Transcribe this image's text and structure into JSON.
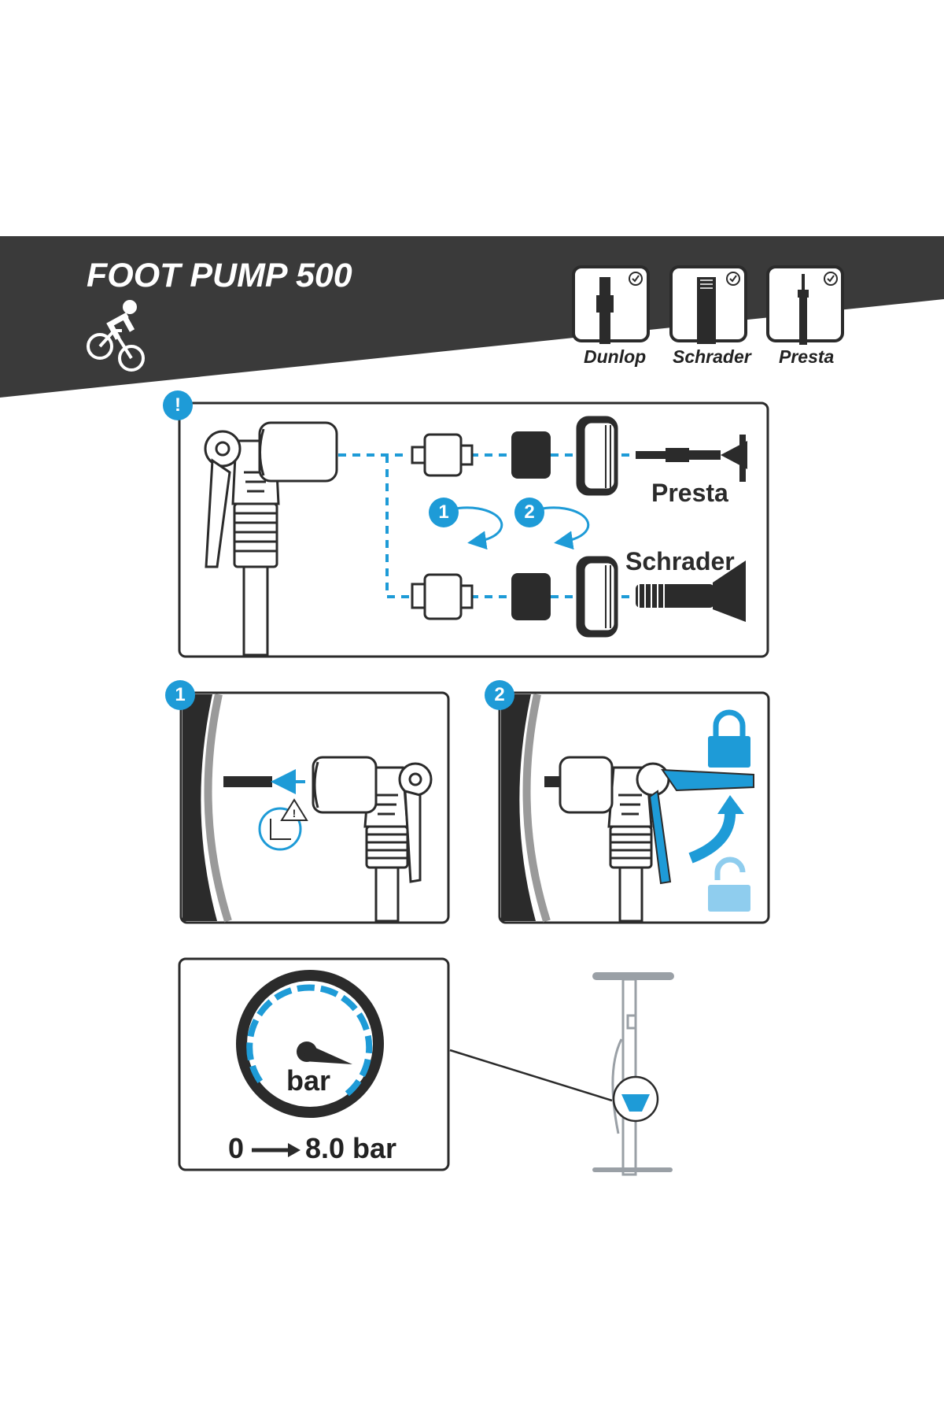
{
  "header": {
    "title": "FOOT PUMP 500",
    "icon": "cyclist-icon"
  },
  "valves": [
    {
      "label": "Dunlop",
      "icon": "dunlop-valve-icon"
    },
    {
      "label": "Schrader",
      "icon": "schrader-valve-icon"
    },
    {
      "label": "Presta",
      "icon": "presta-valve-icon"
    }
  ],
  "warning_badge": "!",
  "adapter_panel": {
    "presta_label": "Presta",
    "schrader_label": "Schrader",
    "steps": [
      "1",
      "2"
    ]
  },
  "step_panels": [
    {
      "number": "1"
    },
    {
      "number": "2"
    }
  ],
  "gauge": {
    "unit": "bar",
    "range_min": "0",
    "range_max": "8.0 bar"
  },
  "colors": {
    "dark_band": "#3a3a3a",
    "accent_blue": "#1e9bd7",
    "light_blue": "#8fcdee",
    "line": "#2b2b2b"
  }
}
